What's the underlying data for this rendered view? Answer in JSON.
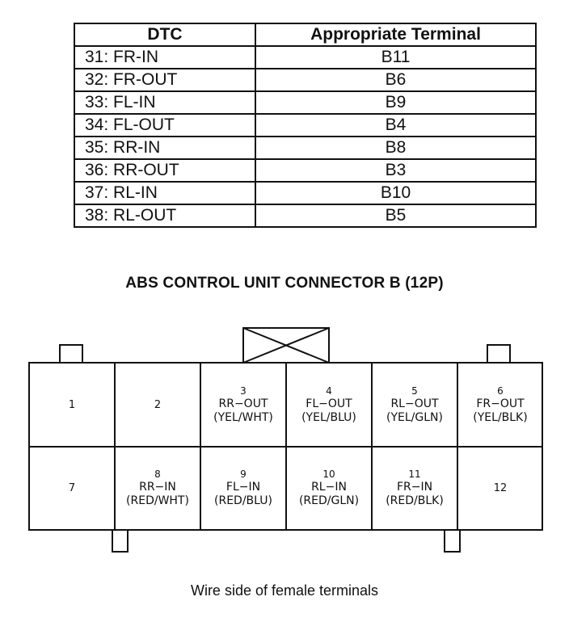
{
  "dtc_table": {
    "headers": [
      "DTC",
      "Appropriate Terminal"
    ],
    "rows": [
      {
        "dtc": "31: FR-IN",
        "terminal": "B11"
      },
      {
        "dtc": "32: FR-OUT",
        "terminal": "B6"
      },
      {
        "dtc": "33: FL-IN",
        "terminal": "B9"
      },
      {
        "dtc": "34: FL-OUT",
        "terminal": "B4"
      },
      {
        "dtc": "35: RR-IN",
        "terminal": "B8"
      },
      {
        "dtc": "36: RR-OUT",
        "terminal": "B3"
      },
      {
        "dtc": "37: RL-IN",
        "terminal": "B10"
      },
      {
        "dtc": "38: RL-OUT",
        "terminal": "B5"
      }
    ]
  },
  "connector": {
    "title": "ABS CONTROL UNIT CONNECTOR B (12P)",
    "top_row": [
      {
        "num": "1",
        "signal": "",
        "wire": ""
      },
      {
        "num": "2",
        "signal": "",
        "wire": ""
      },
      {
        "num": "3",
        "signal": "RR−OUT",
        "wire": "(YEL/WHT)"
      },
      {
        "num": "4",
        "signal": "FL−OUT",
        "wire": "(YEL/BLU)"
      },
      {
        "num": "5",
        "signal": "RL−OUT",
        "wire": "(YEL/GLN)"
      },
      {
        "num": "6",
        "signal": "FR−OUT",
        "wire": "(YEL/BLK)"
      }
    ],
    "bottom_row": [
      {
        "num": "7",
        "signal": "",
        "wire": ""
      },
      {
        "num": "8",
        "signal": "RR−IN",
        "wire": "(RED/WHT)"
      },
      {
        "num": "9",
        "signal": "FL−IN",
        "wire": "(RED/BLU)"
      },
      {
        "num": "10",
        "signal": "RL−IN",
        "wire": "(RED/GLN)"
      },
      {
        "num": "11",
        "signal": "FR−IN",
        "wire": "(RED/BLK)"
      },
      {
        "num": "12",
        "signal": "",
        "wire": ""
      }
    ],
    "caption": "Wire side of female terminals"
  }
}
